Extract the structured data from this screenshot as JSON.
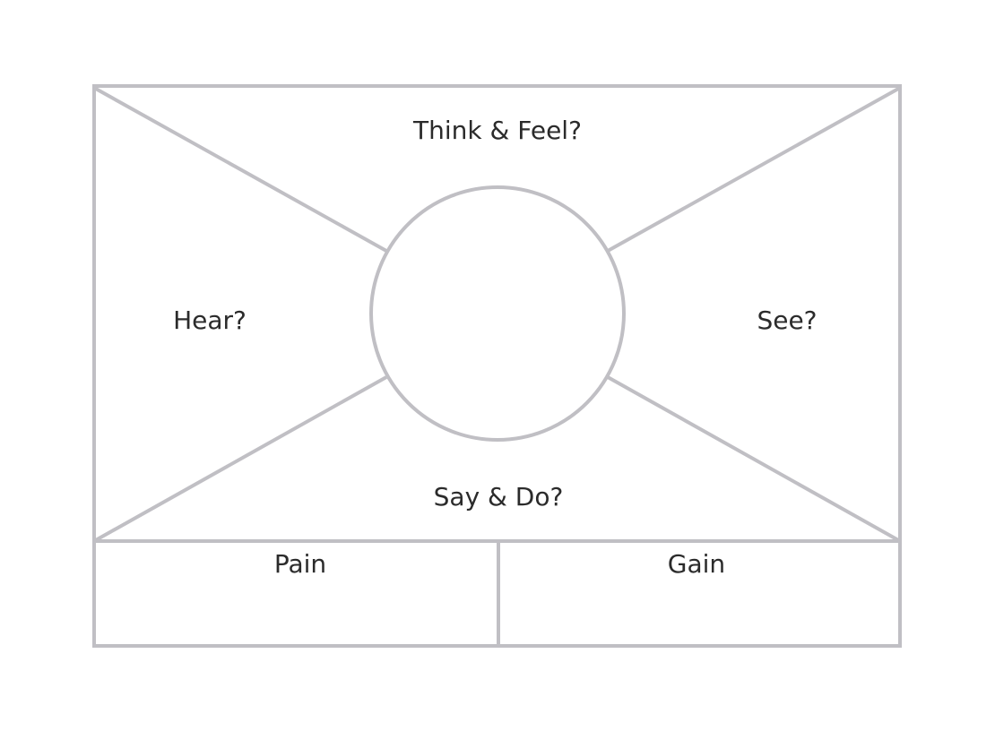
{
  "diagram": {
    "sections": {
      "think_feel": "Think & Feel?",
      "hear": "Hear?",
      "see": "See?",
      "say_do": "Say & Do?",
      "pain": "Pain",
      "gain": "Gain"
    },
    "line_color": "#c0bfc4",
    "text_color": "#2b2b2b"
  }
}
